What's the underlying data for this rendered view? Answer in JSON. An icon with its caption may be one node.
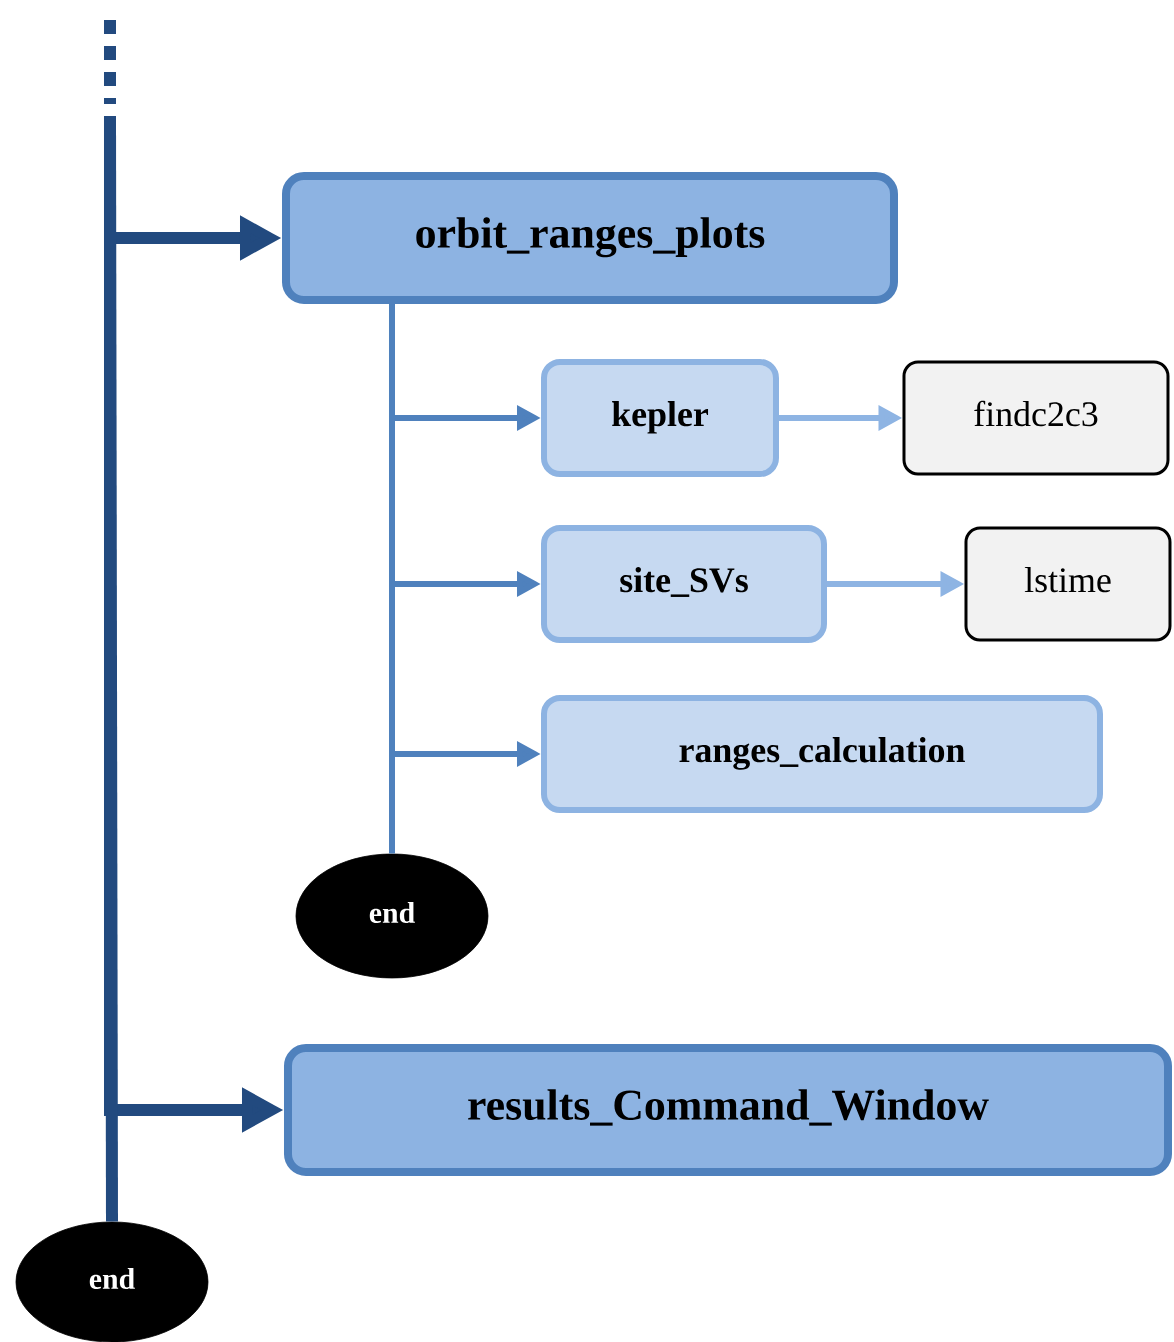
{
  "diagram": {
    "nodes": [
      {
        "text": [
          "orbit_ranges_plots"
        ]
      },
      {
        "text": [
          "kepler"
        ]
      },
      {
        "text": [
          "findc2c3"
        ]
      },
      {
        "text": [
          "site_SVs"
        ]
      },
      {
        "text": [
          "lstime"
        ]
      },
      {
        "text": [
          "ranges_calculation"
        ]
      },
      {
        "text": [
          "end"
        ]
      },
      {
        "text": [
          "results_Command_Window"
        ]
      },
      {
        "text": [
          "end"
        ]
      }
    ],
    "edges": [
      {
        "from": null,
        "to": 0,
        "arrow": "to",
        "style": "thick",
        "color": "#224a7f"
      },
      {
        "from": 0,
        "to": 1,
        "arrow": "to"
      },
      {
        "from": 1,
        "to": 2,
        "arrow": "to",
        "color": "#8eb4e3"
      },
      {
        "from": 0,
        "to": 3,
        "arrow": "to"
      },
      {
        "from": 3,
        "to": 4,
        "arrow": "to",
        "color": "#8eb4e3"
      },
      {
        "from": 0,
        "to": 5,
        "arrow": "to"
      },
      {
        "from": 0,
        "to": 6,
        "arrow": "none"
      },
      {
        "from": null,
        "to": 7,
        "arrow": "to",
        "style": "thick",
        "color": "#224a7f"
      },
      {
        "from": null,
        "to": 8,
        "arrow": "none",
        "style": "thick",
        "color": "#224a7f"
      }
    ]
  }
}
